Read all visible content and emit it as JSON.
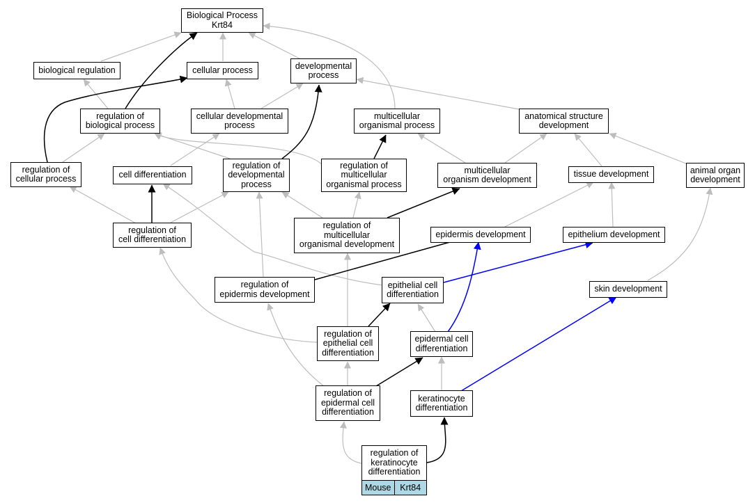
{
  "colors": {
    "neutral": "#bdbdbd",
    "black": "#000000",
    "blue": "#0000ff",
    "species_fill": "#add8e6"
  },
  "nodes": {
    "bp_root": "Biological Process\nKrt84",
    "biological_regulation": "biological regulation",
    "cellular_process": "cellular process",
    "developmental_process": "developmental\nprocess",
    "regulation_of_biological_process": "regulation of\nbiological process",
    "cellular_developmental_process": "cellular developmental\nprocess",
    "multicellular_organismal_process": "multicellular\norganismal process",
    "anatomical_structure_development": "anatomical structure\ndevelopment",
    "regulation_of_cellular_process": "regulation of\ncellular process",
    "cell_differentiation": "cell differentiation",
    "regulation_of_developmental_process": "regulation of\ndevelopmental\nprocess",
    "regulation_of_multicellular_organismal_process": "regulation of\nmulticellular\norganismal process",
    "multicellular_organism_development": "multicellular\norganism development",
    "tissue_development": "tissue development",
    "animal_organ_development": "animal organ\ndevelopment",
    "regulation_of_cell_differentiation": "regulation of\ncell differentiation",
    "regulation_of_multicellular_organismal_development": "regulation of\nmulticellular\norganismal development",
    "epidermis_development": "epidermis development",
    "epithelium_development": "epithelium development",
    "regulation_of_epidermis_development": "regulation of\nepidermis development",
    "epithelial_cell_differentiation": "epithelial cell\ndifferentiation",
    "skin_development": "skin development",
    "regulation_of_epithelial_cell_differentiation": "regulation of\nepithelial cell\ndifferentiation",
    "epidermal_cell_differentiation": "epidermal cell\ndifferentiation",
    "regulation_of_epidermal_cell_differentiation": "regulation of\nepidermal cell\ndifferentiation",
    "keratinocyte_differentiation": "keratinocyte\ndifferentiation",
    "regulation_of_keratinocyte_differentiation": "regulation of\nkeratinocyte\ndifferentiation"
  },
  "species_row": {
    "species": "Mouse",
    "gene": "Krt84"
  }
}
